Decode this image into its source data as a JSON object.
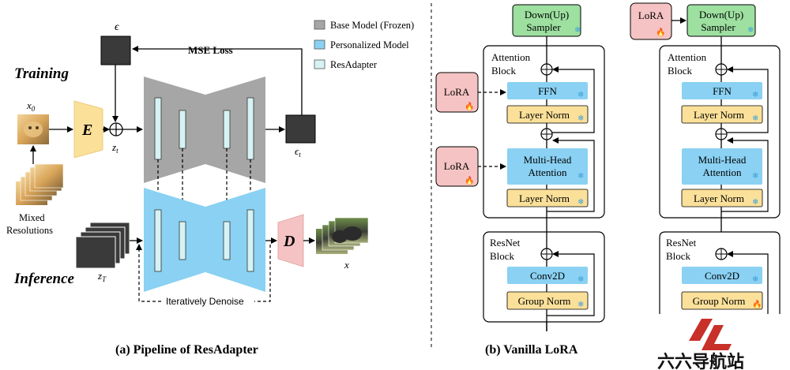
{
  "training": {
    "title": "Training",
    "epsilon": "ϵ",
    "mse_loss": "MSE Loss",
    "x0": "x",
    "x0_sub": "0",
    "encoder": "E",
    "zt": "z",
    "zt_sub": "t",
    "eps_t": "ϵ",
    "eps_t_sub": "t",
    "mixed_res": "Mixed",
    "mixed_res2": "Resolutions"
  },
  "legend": {
    "items": [
      {
        "label": "Base Model (Frozen)",
        "color": "#a6a6a6"
      },
      {
        "label": "Personalized  Model",
        "color": "#8ad1f3"
      },
      {
        "label": "ResAdapter",
        "color": "#d6f2f4"
      }
    ]
  },
  "inference": {
    "title": "Inference",
    "zT": "z",
    "zT_sub": "T",
    "decoder": "D",
    "x_out": "x",
    "denoise": "Iteratively Denoise"
  },
  "captions": {
    "a": "(a) Pipeline of  ResAdapter",
    "b": "(b) Vanilla LoRA"
  },
  "vanilla": {
    "sampler1": "Down(Up)",
    "sampler2": "Sampler",
    "attention1": "Attention",
    "attention2": "Block",
    "ffn": "FFN",
    "layer_norm": "Layer Norm",
    "mha1": "Multi-Head",
    "mha2": "Attention",
    "resnet1": "ResNet",
    "resnet2": "Block",
    "conv2d": "Conv2D",
    "group_norm": "Group Norm",
    "lora": "LoRA"
  },
  "proposed": {
    "lora": "LoRA",
    "sampler1": "Down(Up)",
    "sampler2": "Sampler",
    "attention1": "Attention",
    "attention2": "Block",
    "ffn": "FFN",
    "layer_norm": "Layer Norm",
    "mha1": "Multi-Head",
    "mha2": "Attention",
    "resnet1": "ResNet",
    "resnet2": "Block",
    "conv2d": "Conv2D",
    "group_norm": "Group Norm"
  },
  "watermark": "六六导航站",
  "icons": {
    "snowflake": "snowflake-icon",
    "fire": "fire-icon"
  }
}
